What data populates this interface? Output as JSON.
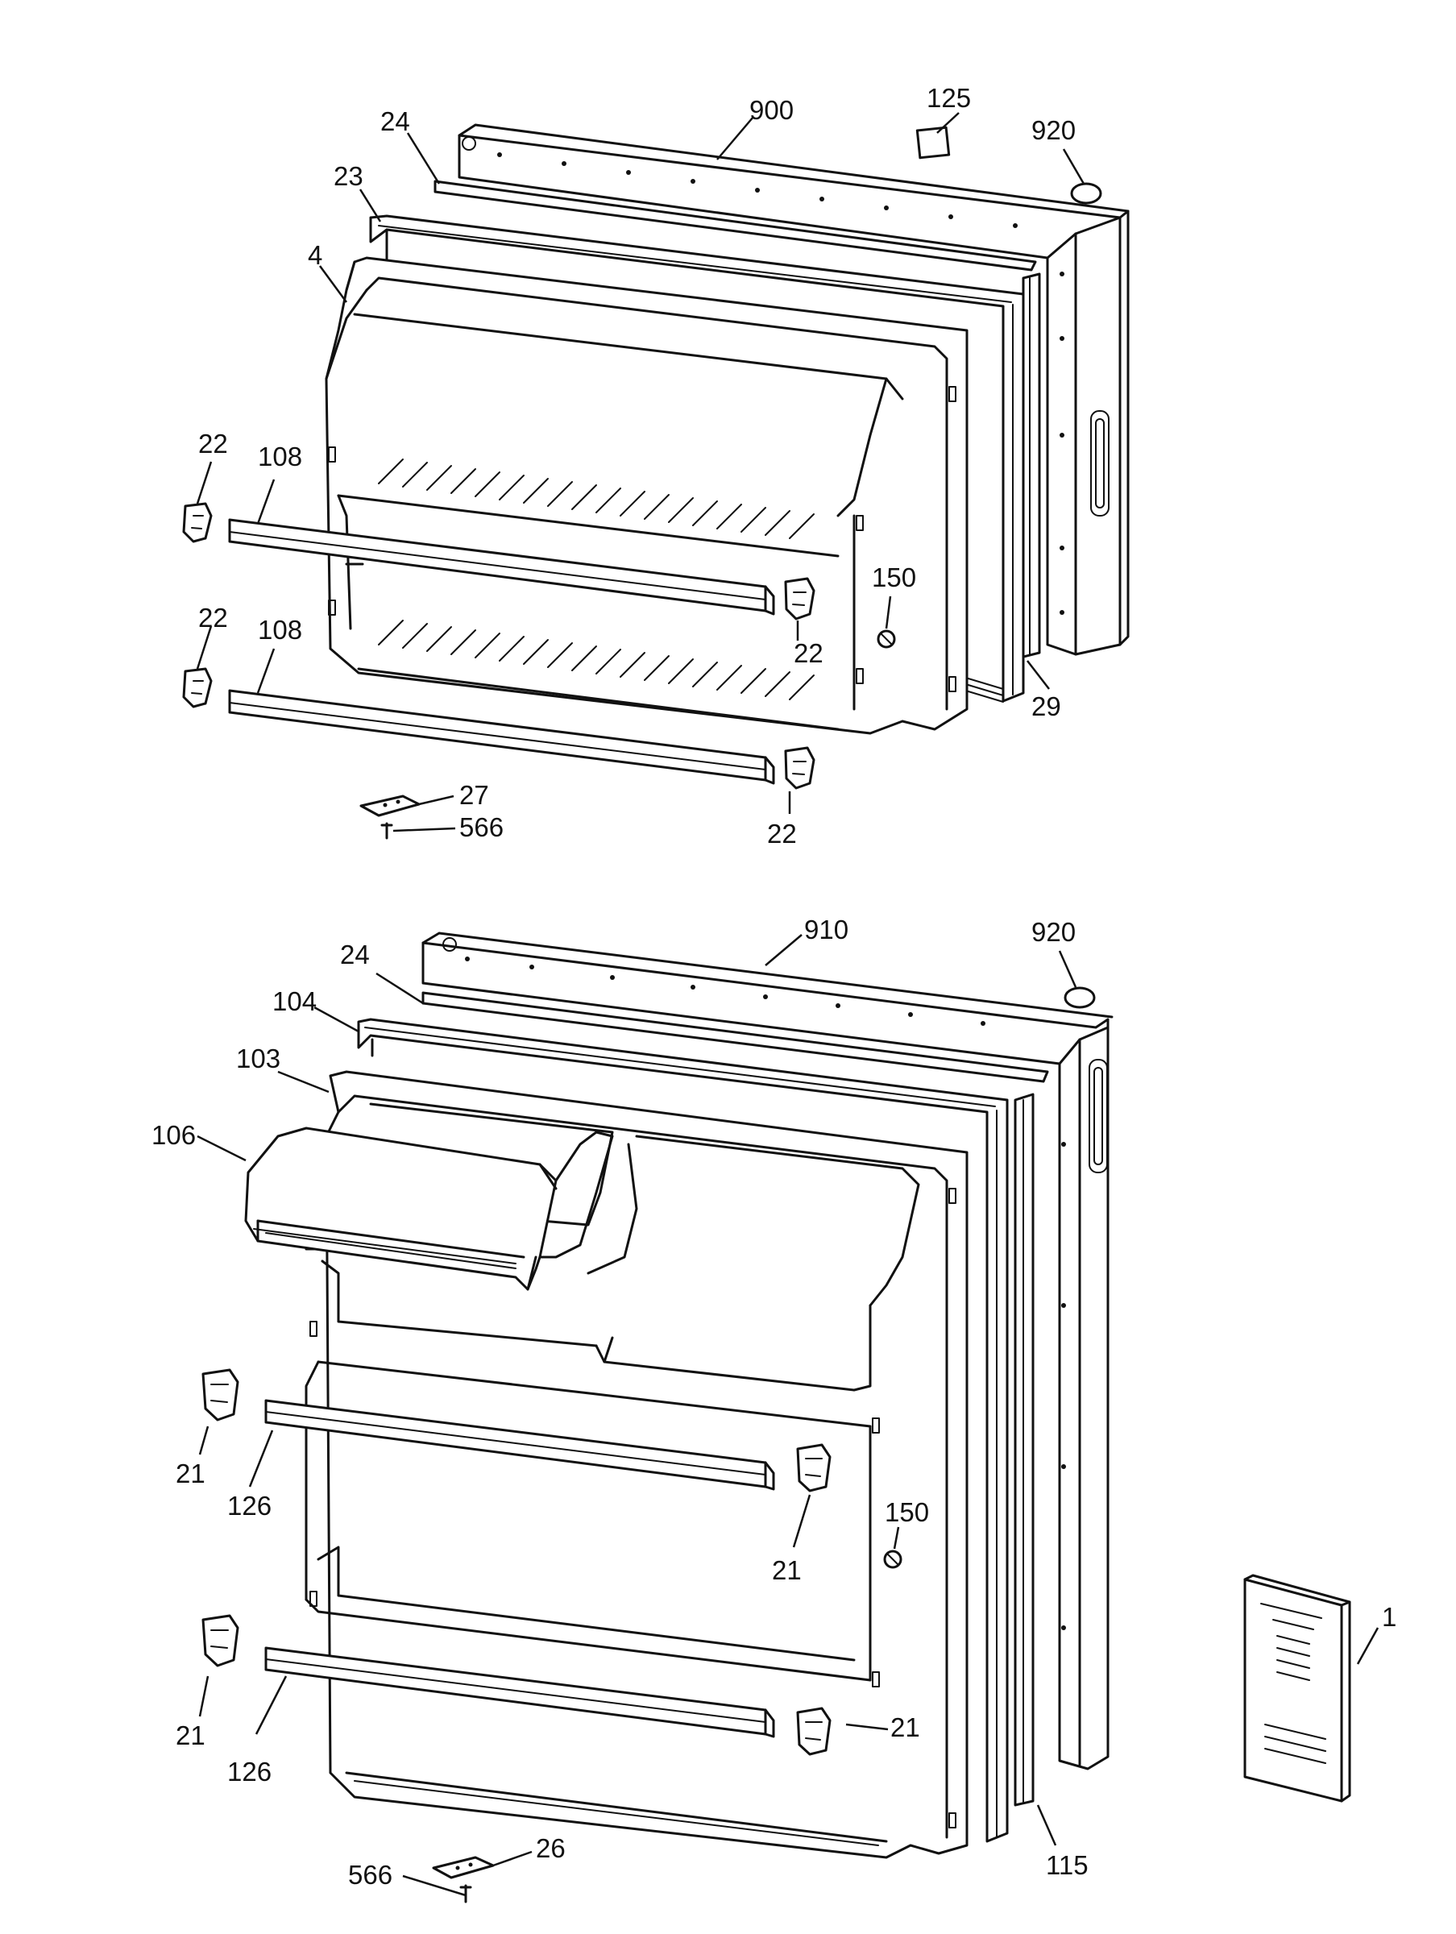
{
  "freezer_door": {
    "labels": {
      "outer_door": "900",
      "trim_cap": "125",
      "plug_top": "920",
      "breaker_strip": "24",
      "gasket": "23",
      "door_liner": "4",
      "shelf_end_upper_left": "22",
      "shelf_bar_upper": "108",
      "shelf_end_upper_right": "22",
      "shelf_end_lower_left": "22",
      "shelf_bar_lower": "108",
      "shelf_end_lower_right": "22",
      "screw": "150",
      "side_strip": "29",
      "hinge_plate": "27",
      "hinge_screw": "566"
    }
  },
  "fresh_food_door": {
    "labels": {
      "outer_door": "910",
      "plug_top": "920",
      "breaker_strip": "24",
      "gasket": "104",
      "door_liner": "103",
      "dairy_compartment": "106",
      "shelf_end_upper_left": "21",
      "shelf_bar_upper": "126",
      "shelf_end_upper_right": "21",
      "screw": "150",
      "shelf_end_lower_left": "21",
      "shelf_bar_lower": "126",
      "shelf_end_lower_right": "21",
      "side_strip": "115",
      "hinge_plate": "26",
      "hinge_screw": "566"
    }
  },
  "manual": {
    "label": "1"
  }
}
